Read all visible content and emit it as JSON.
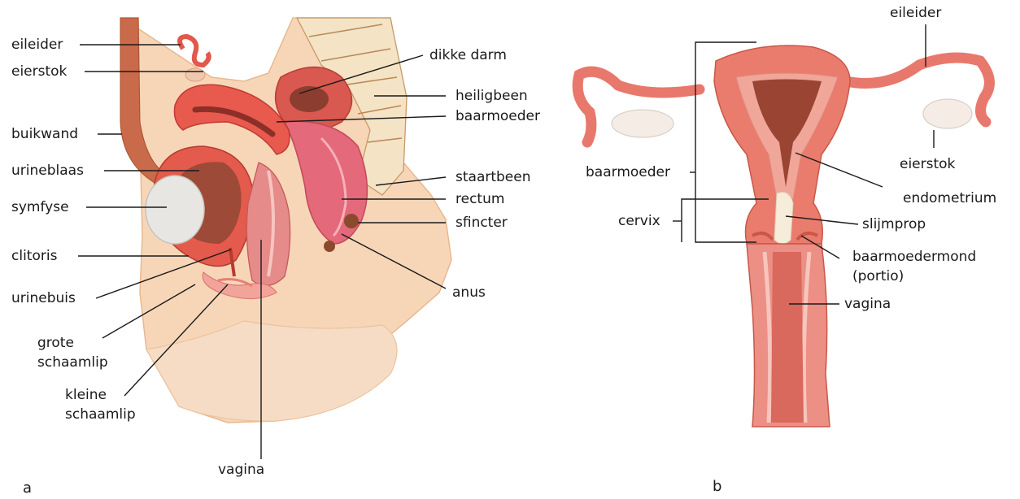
{
  "figure_a": {
    "panel_letter": "a",
    "labels": {
      "eileider": "eileider",
      "eierstok": "eierstok",
      "buikwand": "buikwand",
      "urineblaas": "urineblaas",
      "symfyse": "symfyse",
      "clitoris": "clitoris",
      "urinebuis": "urinebuis",
      "grote_schaamlip": [
        "grote",
        "schaamlip"
      ],
      "kleine_schaamlip": [
        "kleine",
        "schaamlip"
      ],
      "vagina": "vagina",
      "dikke_darm": "dikke darm",
      "heiligbeen": "heiligbeen",
      "baarmoeder": "baarmoeder",
      "staartbeen": "staartbeen",
      "rectum": "rectum",
      "sfincter": "sfincter",
      "anus": "anus"
    }
  },
  "figure_b": {
    "panel_letter": "b",
    "labels": {
      "eileider": "eileider",
      "eierstok": "eierstok",
      "baarmoeder": "baarmoeder",
      "endometrium": "endometrium",
      "cervix": "cervix",
      "slijmprop": "slijmprop",
      "baarmoedermond": [
        "baarmoedermond",
        "(portio)"
      ],
      "vagina": "vagina"
    }
  }
}
